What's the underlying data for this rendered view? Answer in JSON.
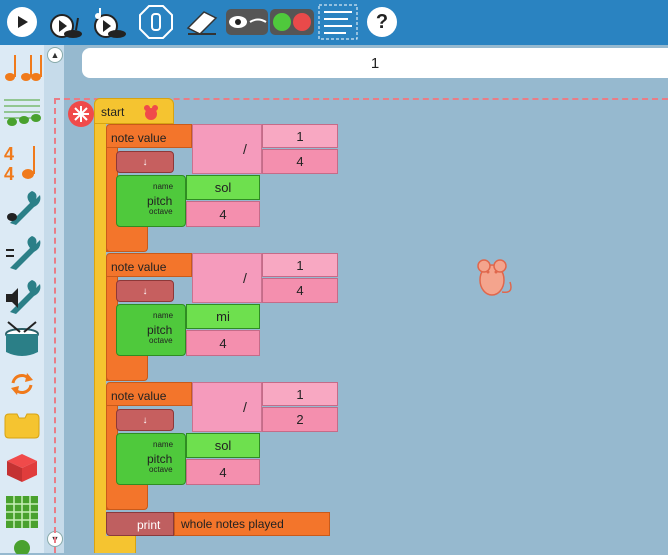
{
  "toolbar": {
    "icons": [
      "play-icon",
      "slow-play-icon",
      "step-icon",
      "stop-icon",
      "eraser-icon",
      "hide-show-icon",
      "collapse-expand-icon",
      "notation-icon",
      "help-icon"
    ],
    "help_glyph": "?"
  },
  "palette": {
    "icons": [
      "rhythm-icon",
      "meter-icon",
      "pitch-icon",
      "tone-icon",
      "ornament-icon",
      "volume-icon",
      "drum-icon",
      "flow-icon",
      "action-icon",
      "boxes-icon",
      "matrix-icon",
      "widgets-icon"
    ]
  },
  "bpm": {
    "value": "1"
  },
  "program": {
    "start_label": "start",
    "notes": [
      {
        "label": "note value",
        "numerator": "1",
        "denominator": "4",
        "slash": "/",
        "dot": "↓",
        "pitch_label": "pitch",
        "name_label": "name",
        "octave_label": "octave",
        "name": "sol",
        "octave": "4"
      },
      {
        "label": "note value",
        "numerator": "1",
        "denominator": "4",
        "slash": "/",
        "dot": "↓",
        "pitch_label": "pitch",
        "name_label": "name",
        "octave_label": "octave",
        "name": "mi",
        "octave": "4"
      },
      {
        "label": "note value",
        "numerator": "1",
        "denominator": "2",
        "slash": "/",
        "dot": "↓",
        "pitch_label": "pitch",
        "name_label": "name",
        "octave_label": "octave",
        "name": "sol",
        "octave": "4"
      }
    ],
    "print": {
      "label": "print",
      "arg": "whole notes played"
    }
  },
  "colors": {
    "toolbar": "#2a83c1",
    "canvas": "#96b9cf",
    "start": "#f5c430",
    "note_value": "#f3752b",
    "number": "#f48fae",
    "pitch": "#4fc93c"
  }
}
